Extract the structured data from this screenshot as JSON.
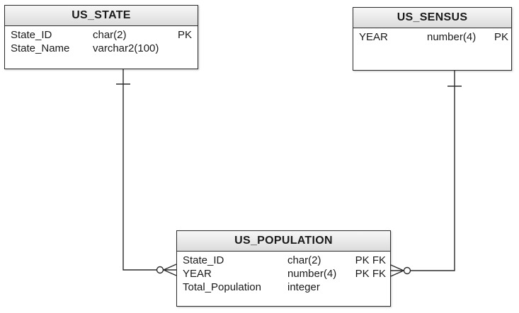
{
  "entities": {
    "us_state": {
      "title": "US_STATE",
      "columns": [
        {
          "name": "State_ID",
          "type": "char(2)",
          "key": "PK"
        },
        {
          "name": "State_Name",
          "type": "varchar2(100)",
          "key": ""
        }
      ]
    },
    "us_sensus": {
      "title": "US_SENSUS",
      "columns": [
        {
          "name": "YEAR",
          "type": "number(4)",
          "key": "PK"
        }
      ]
    },
    "us_population": {
      "title": "US_POPULATION",
      "columns": [
        {
          "name": "State_ID",
          "type": "char(2)",
          "key": "PK FK"
        },
        {
          "name": "YEAR",
          "type": "number(4)",
          "key": "PK FK"
        },
        {
          "name": "Total_Population",
          "type": "integer",
          "key": ""
        }
      ]
    }
  },
  "relationships": [
    {
      "from": "US_STATE",
      "to": "US_POPULATION",
      "from_end": "one",
      "to_end": "zero-or-many"
    },
    {
      "from": "US_SENSUS",
      "to": "US_POPULATION",
      "from_end": "one",
      "to_end": "zero-or-many"
    }
  ]
}
